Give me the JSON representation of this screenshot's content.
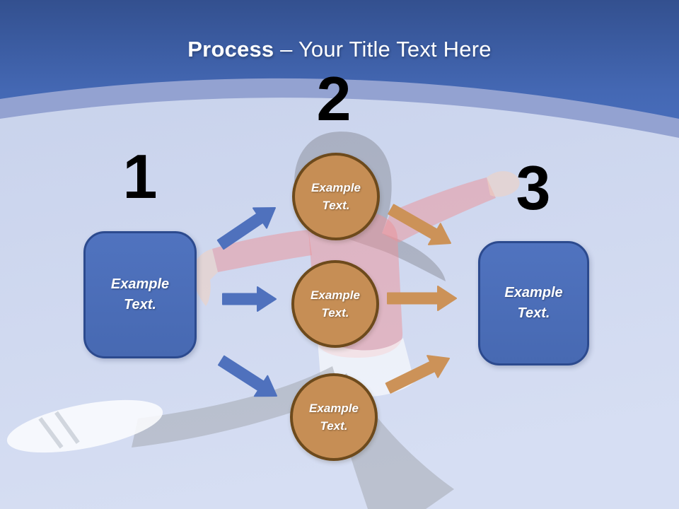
{
  "title": {
    "bold": "Process",
    "rest": "– Your Title Text Here"
  },
  "step_numbers": {
    "one": "1",
    "two": "2",
    "three": "3"
  },
  "left_box": {
    "label": "Example Text."
  },
  "right_box": {
    "label": "Example Text."
  },
  "circles": [
    {
      "label": "Example Text."
    },
    {
      "label": "Example Text."
    },
    {
      "label": "Example Text."
    }
  ],
  "decor": {
    "background_photo": "faded-jumping-woman-photo"
  },
  "colors": {
    "header_blue_top": "#33508f",
    "header_blue_bottom": "#4b72c2",
    "curve_band": "#93a2d1",
    "body_light_blue": "#ccd6ee",
    "box_fill": "#4a6db8",
    "box_border": "#2c4a8e",
    "circle_fill": "#c68e55",
    "circle_border": "#6d4a1c",
    "arrow_blue": "#4f71bd",
    "arrow_orange": "#cc9258",
    "number_black": "#000000",
    "text_white": "#ffffff"
  }
}
